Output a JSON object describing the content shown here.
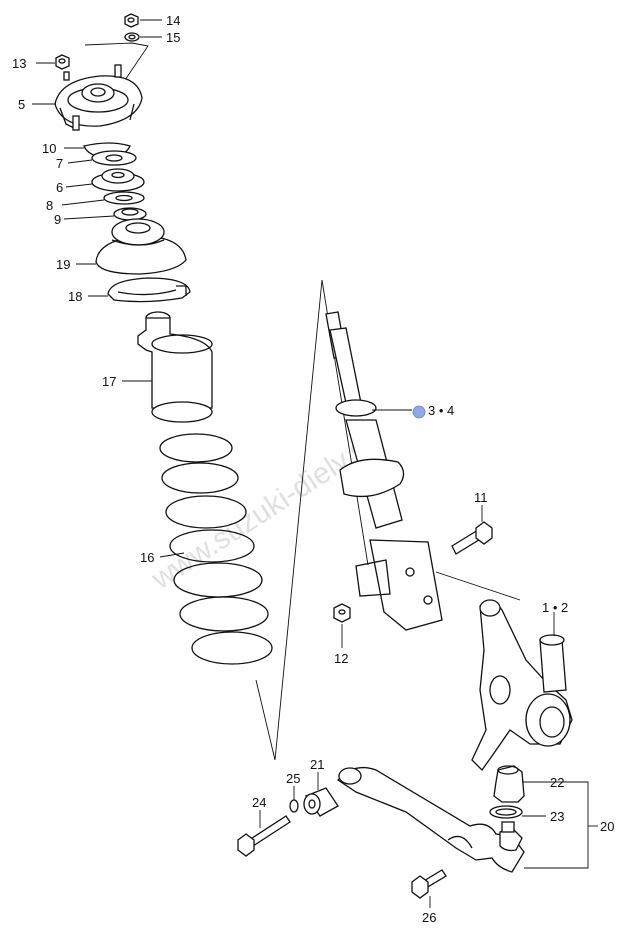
{
  "watermark": "www.suzuki-diely.sk",
  "highlight_color": "#8fa8e8",
  "callouts": {
    "c14": "14",
    "c15": "15",
    "c13": "13",
    "c5": "5",
    "c10": "10",
    "c7": "7",
    "c6": "6",
    "c8": "8",
    "c9": "9",
    "c19": "19",
    "c18": "18",
    "c17": "17",
    "c16": "16",
    "c34": "3 • 4",
    "c11": "11",
    "c12": "12",
    "c12b": "1 • 2",
    "c22": "22",
    "c23": "23",
    "c20": "20",
    "c21": "21",
    "c25": "25",
    "c24": "24",
    "c26": "26"
  }
}
